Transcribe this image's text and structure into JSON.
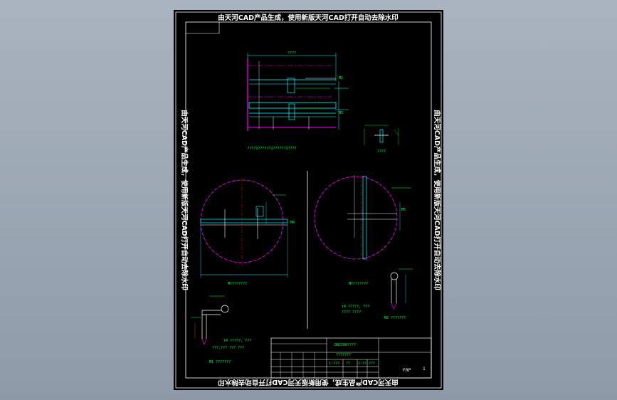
{
  "watermark": {
    "top": "由天河CAD产品生成，使用新版天河CAD打开自动去除水印",
    "bottom": "由天河CAD产品生成，使用新版天河CAD打开自动去除水印",
    "left": "由天河CAD产品生成，使用新版天河CAD打开自动去除水印",
    "right": "由天河CAD产品生成，使用新版天河CAD打开自动去除水印"
  },
  "labels": {
    "plan_caption": "????1??????1??????1????",
    "small_detail_caption": "????",
    "left_view_caption": "M????????",
    "right_view_caption": "M????????",
    "left_detail_caption": "M1 ???????",
    "right_detail_caption": "M2 ???????",
    "left_detail_note": "t4 ?????, ???",
    "right_detail_note": "t4 ?????, ???",
    "left_detail_sub": "???,??? ??? ???",
    "right_detail_sub": "???? ????",
    "dim_top": "????",
    "dim_m2": "M2",
    "dim_m3": "M3",
    "dim_m4": "M4",
    "dim_m5": "M5"
  },
  "title_block": {
    "drawing_no": "DN2500????",
    "subtitle": "???????",
    "cells": [
      "1:???",
      "??",
      "1:??",
      "???"
    ],
    "sheet_label": "FRP",
    "sheet_number": "1"
  },
  "colors": {
    "frame": "#ffffff",
    "cyan": "#00ffff",
    "magenta": "#ff00ff",
    "green": "#00ff40",
    "red": "#ff3030",
    "white": "#ffffff"
  }
}
